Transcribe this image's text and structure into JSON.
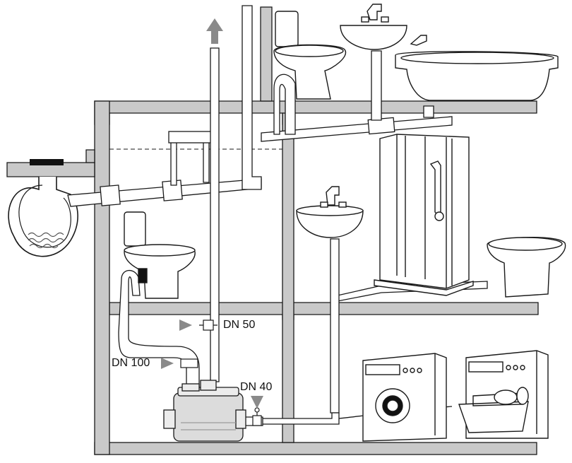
{
  "labels": {
    "dn50": "DN 50",
    "dn100": "DN 100",
    "dn40": "DN 40"
  },
  "colors": {
    "wall": "#c9c9c9",
    "wall_stroke": "#1a1a1a",
    "pipe_fill": "#ffffff",
    "line": "#1a1a1a",
    "arrow": "#8a8a8a",
    "pump": "#dcdcdc",
    "seal": "#111111",
    "water": "#555555"
  },
  "icons": {
    "vent_arrow": "up-arrow-icon",
    "pointer": "triangle-pointer-icon"
  }
}
